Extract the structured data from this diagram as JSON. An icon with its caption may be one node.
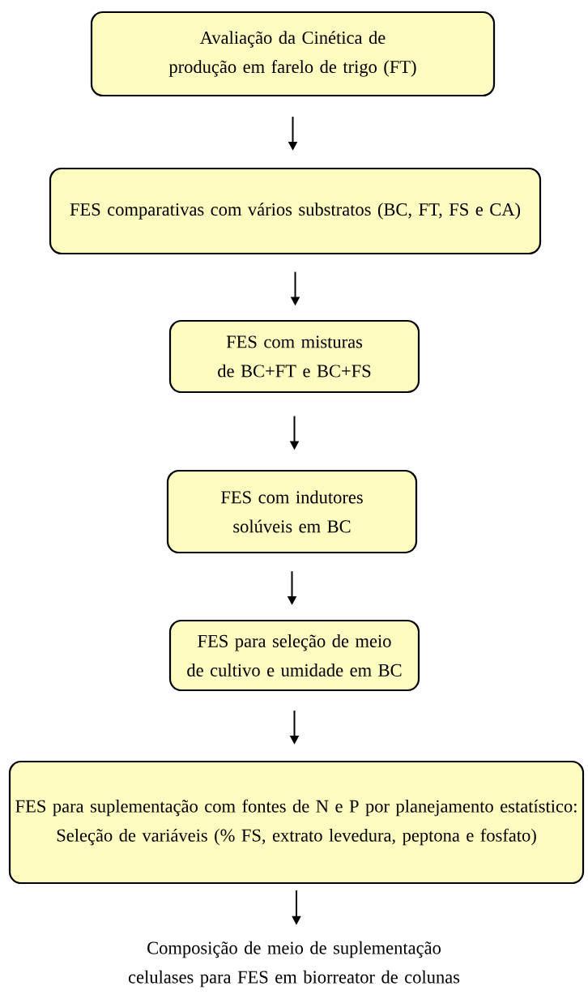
{
  "diagram": {
    "nodes": [
      {
        "text": [
          "Avaliação da Cinética de produção em farelo de trigo (FT)"
        ]
      },
      {
        "text": [
          "FES comparativas com vários substratos (BC, FT, FS e CA)"
        ]
      },
      {
        "text": [
          "FES com misturas de BC+FT e BC+FS"
        ]
      },
      {
        "text": [
          "FES com indutores solúveis em BC"
        ]
      },
      {
        "text": [
          "FES para seleção de meio de cultivo e umidade em BC"
        ]
      },
      {
        "text": [
          "FES para suplementação com fontes de N e P por planejamento estatístico: Seleção de variáveis (% FS, extrato levedura, peptona e fosfato)"
        ]
      },
      {
        "text": [
          "Composição de meio de suplementação celulases para FES em biorreator de colunas"
        ]
      }
    ],
    "edges": [
      {
        "from": 0,
        "to": 1,
        "arrow": "to"
      },
      {
        "from": 1,
        "to": 2,
        "arrow": "to"
      },
      {
        "from": 2,
        "to": 3,
        "arrow": "to"
      },
      {
        "from": 3,
        "to": 4,
        "arrow": "to"
      },
      {
        "from": 4,
        "to": 5,
        "arrow": "to"
      },
      {
        "from": 5,
        "to": 6,
        "arrow": "to"
      }
    ]
  }
}
